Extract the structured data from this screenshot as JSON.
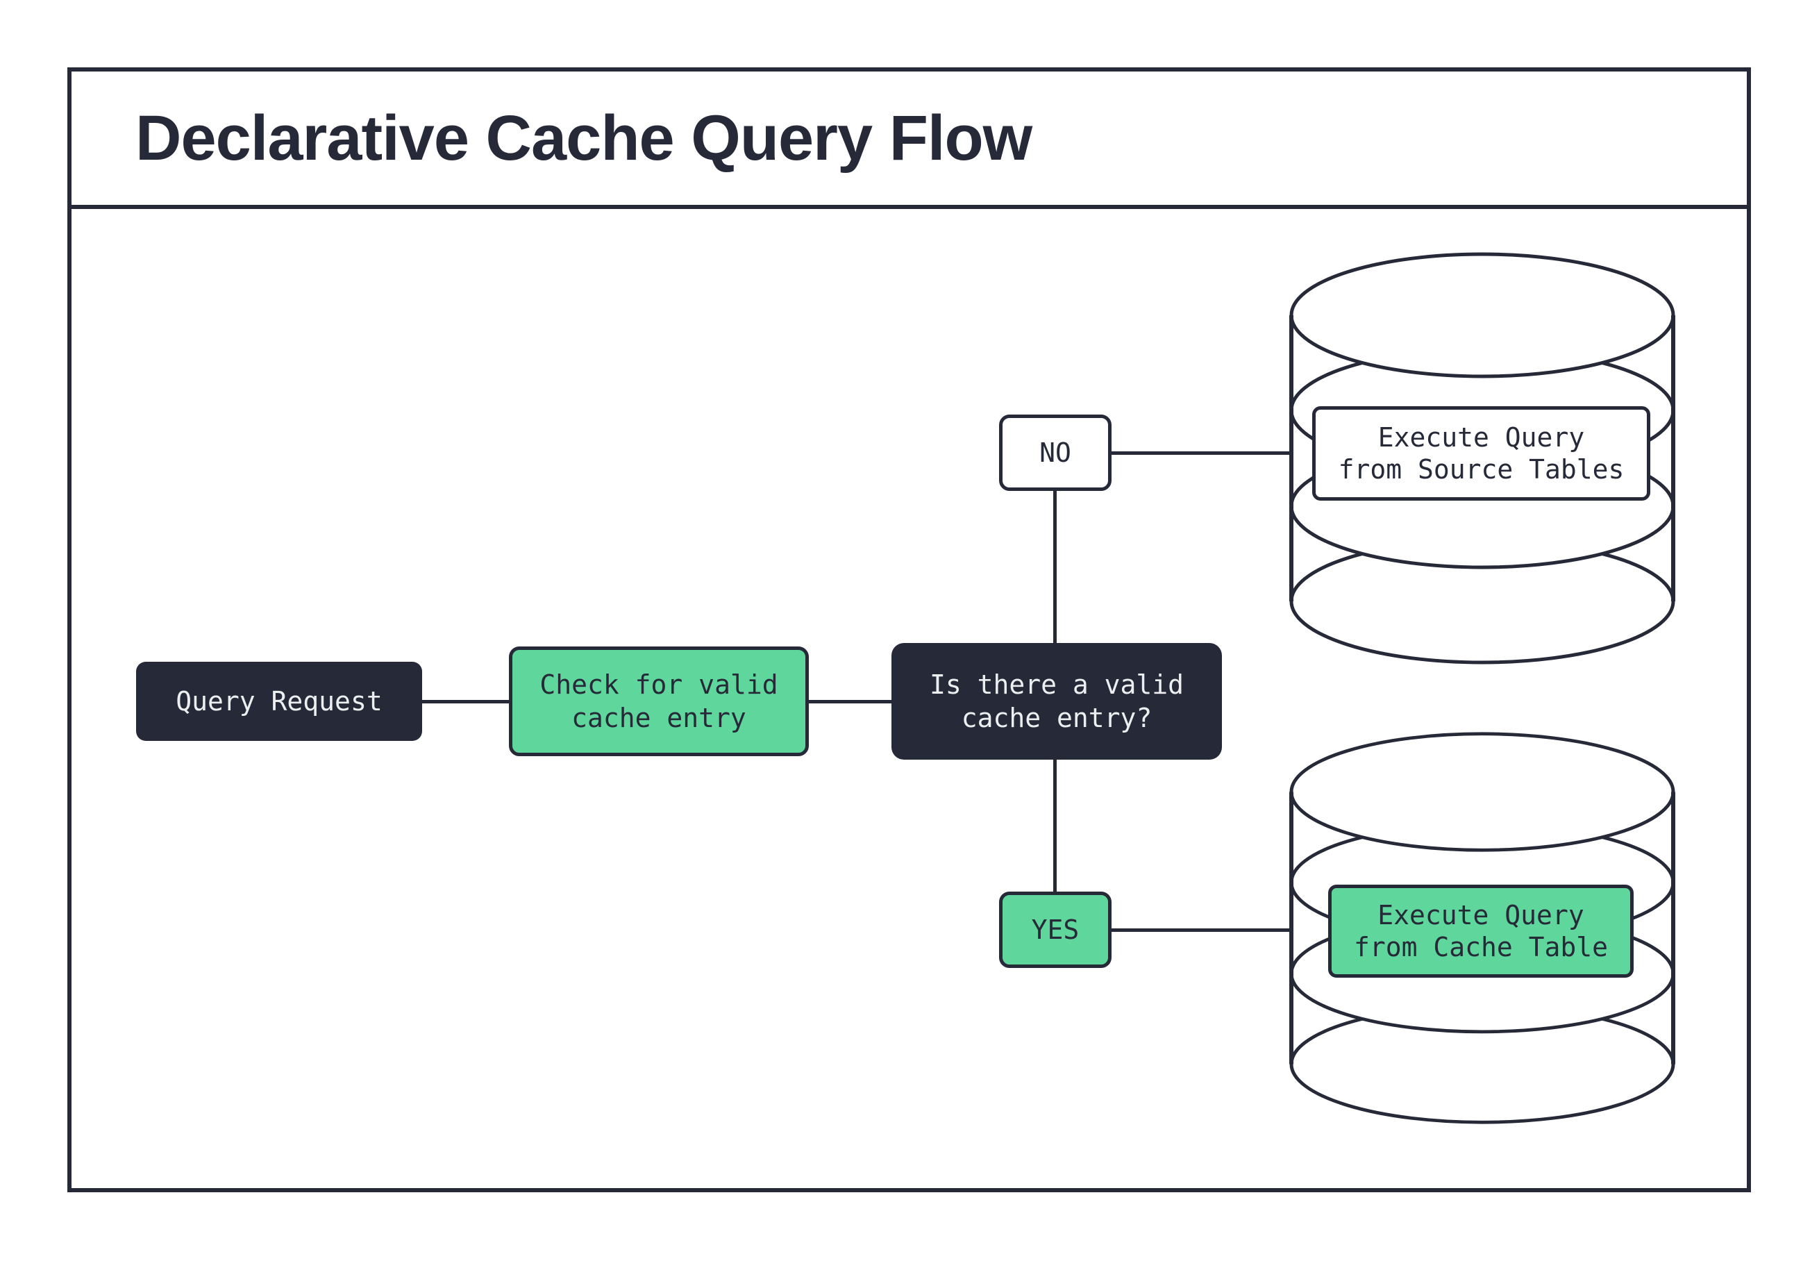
{
  "title": "Declarative Cache Query Flow",
  "colors": {
    "ink": "#262a38",
    "green": "#5fd69c",
    "paper": "#ffffff",
    "light_text": "#eceef0"
  },
  "nodes": {
    "query_request": {
      "label": "Query Request"
    },
    "check_cache": {
      "label": "Check for valid\ncache entry"
    },
    "decision": {
      "label": "Is there a valid\ncache entry?"
    },
    "no_branch": {
      "label": "NO"
    },
    "yes_branch": {
      "label": "YES"
    },
    "source_db": {
      "label": "Execute Query\nfrom Source Tables"
    },
    "cache_db": {
      "label": "Execute Query\nfrom Cache Table"
    }
  },
  "icons": {
    "source_db": "database-cylinder-icon",
    "cache_db": "database-cylinder-icon"
  }
}
